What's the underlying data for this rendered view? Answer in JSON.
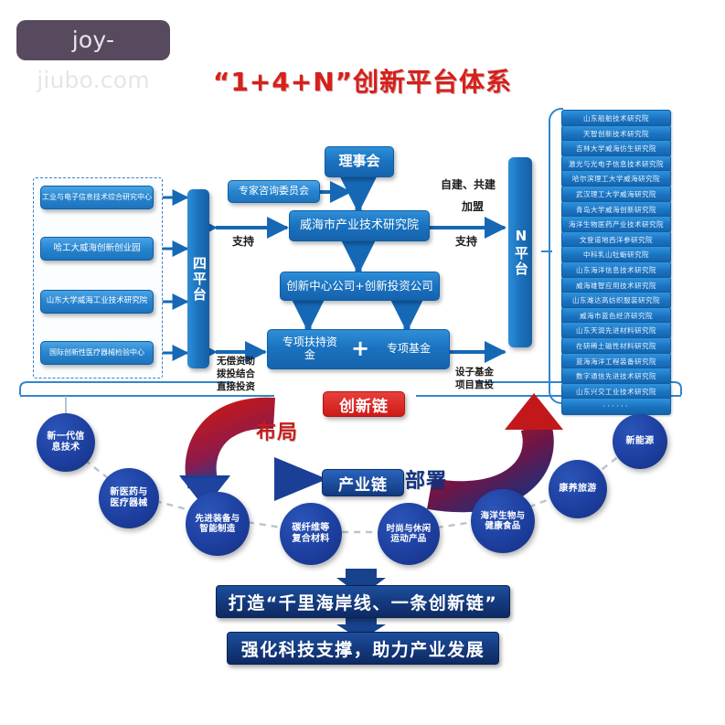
{
  "watermark": {
    "text": "joy-jiubo.com"
  },
  "title": "“1+4+N”创新平台体系",
  "left_panel": {
    "vertical_label": "四平台",
    "platforms": [
      {
        "label": "工业与电子信息技术综合研究中心"
      },
      {
        "label": "哈工大威海创新创业园"
      },
      {
        "label": "山东大学威海工业技术研究院"
      },
      {
        "label": "国际创新性医疗器械检验中心"
      }
    ]
  },
  "center": {
    "board": "理事会",
    "advisory": "专家咨询委员会",
    "institute": "威海市产业技术研究院",
    "company": "创新中心公司+创新投资公司",
    "fund_left": "专项扶持资金",
    "fund_plus": "+",
    "fund_right": "专项基金",
    "support_left": "支持",
    "support_right": "支持",
    "note_left": "无偿资助\n拨投结合\n直接投资",
    "note_left_lines": [
      "无偿资助",
      "拨投结合",
      "直接投资"
    ],
    "note_right_lines": [
      "设子基金",
      "项目直投"
    ],
    "modes_line1": "自建、共建",
    "modes_line2": "加盟"
  },
  "right_panel": {
    "vertical_label": "N平台",
    "institutes": [
      "山东船舶技术研究院",
      "天智创新技术研究院",
      "吉林大学威海仿生研究院",
      "激光与光电子信息技术研究院",
      "哈尔滨理工大学威海研究院",
      "武汉理工大学威海研究院",
      "青岛大学威海创新研究院",
      "海洋生物医药产业技术研究院",
      "文登道地西洋参研究院",
      "中科乳山牡蛎研究院",
      "山东海洋信息技术研究院",
      "威海雄智应用技术研究院",
      "山东潍达高纺织服装研究院",
      "威海市蓝色经济研究院",
      "山东天润先进材料研究院",
      "在研稀土磁性材料研究院",
      "蓝海海洋工程装备研究院",
      "数字通信先进技术研究院",
      "山东兴交工业技术研究院",
      "······"
    ]
  },
  "chain": {
    "innovation_chain": "创新链",
    "industry_chain": "产业链",
    "layout_label": "布局",
    "deploy_label": "部署",
    "industries": [
      {
        "label": "新一代信\n息技术",
        "lines": [
          "新一代信",
          "息技术"
        ]
      },
      {
        "label": "新医药与\n医疗器械",
        "lines": [
          "新医药与",
          "医疗器械"
        ]
      },
      {
        "label": "先进装备与\n智能制造",
        "lines": [
          "先进装备与",
          "智能制造"
        ]
      },
      {
        "label": "碳纤维等\n复合材料",
        "lines": [
          "碳纤维等",
          "复合材料"
        ]
      },
      {
        "label": "时尚与休闲\n运动产品",
        "lines": [
          "时尚与休闲",
          "运动产品"
        ]
      },
      {
        "label": "海洋生物与\n健康食品",
        "lines": [
          "海洋生物与",
          "健康食品"
        ]
      },
      {
        "label": "康养旅游",
        "lines": [
          "康养旅游"
        ]
      },
      {
        "label": "新能源",
        "lines": [
          "新能源"
        ]
      }
    ]
  },
  "footer": {
    "banner1": "打造“千里海岸线、一条创新链”",
    "banner2": "强化科技支撑，助力产业发展"
  },
  "colors": {
    "title_red": "#d6201c",
    "box_blue": "#1a72bf",
    "dark_blue": "#143a7f",
    "chain_red": "#cf1a17",
    "circle_blue": "#1d3fa0"
  }
}
